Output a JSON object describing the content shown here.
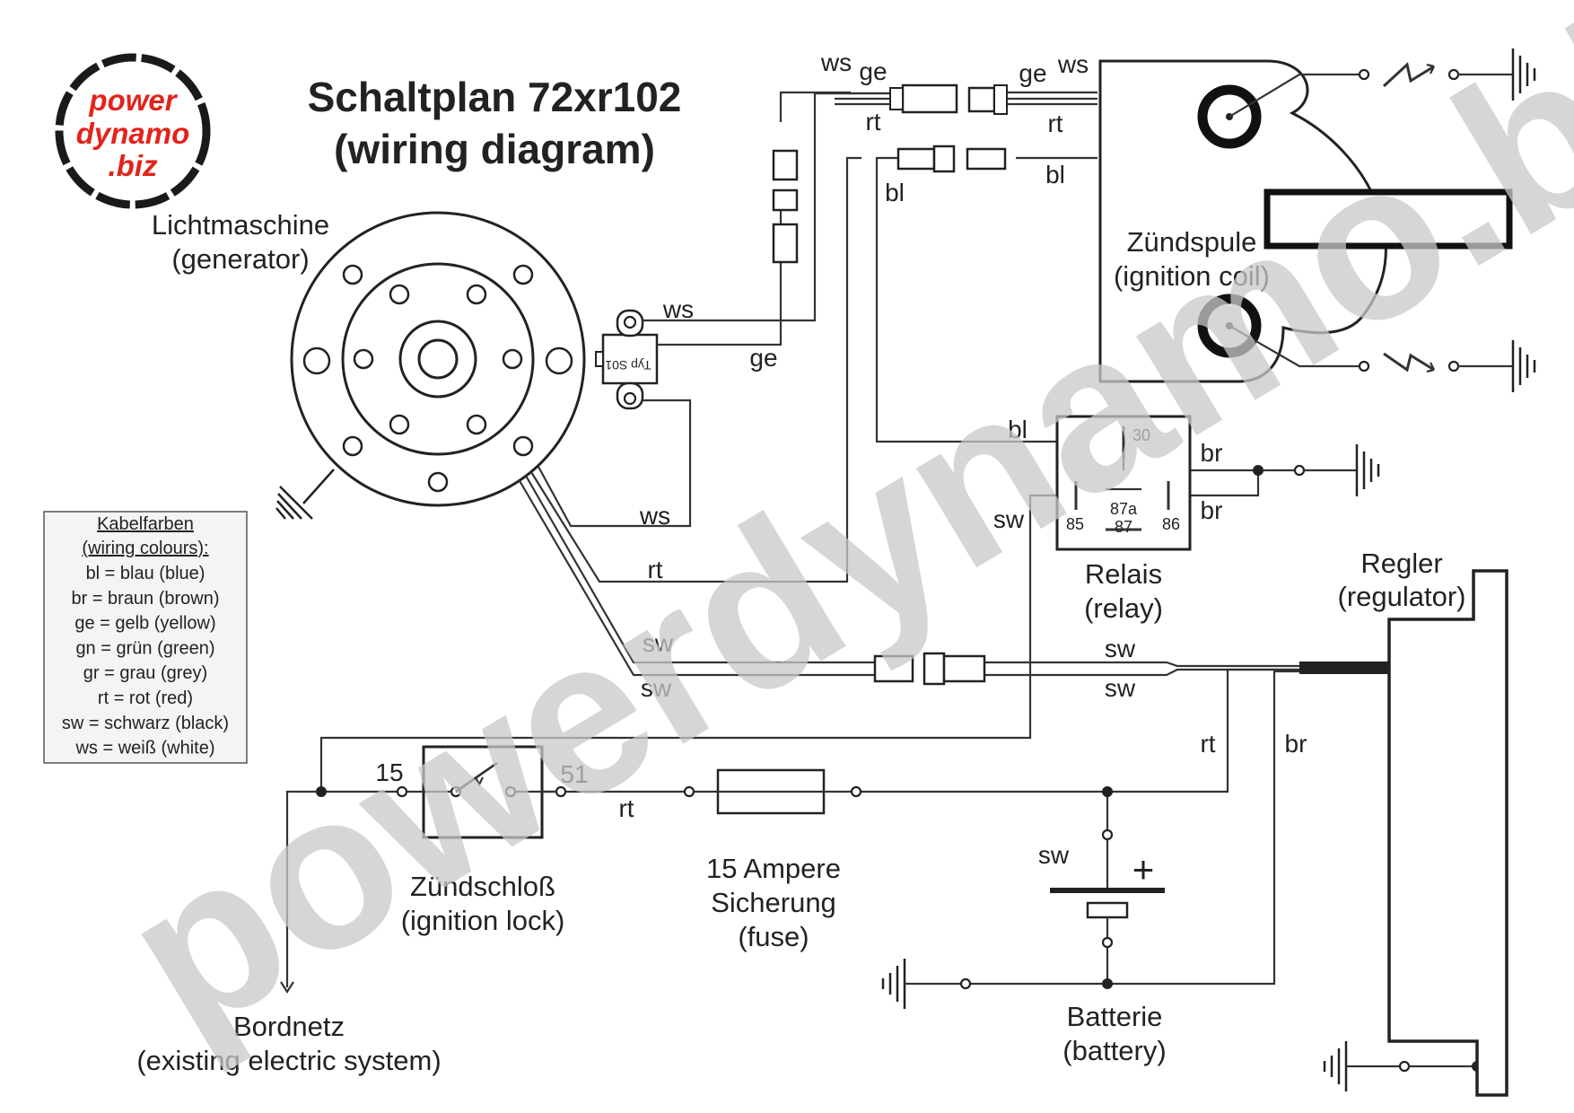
{
  "title": {
    "line1": "Schaltplan 72xr102",
    "line2": "(wiring diagram)"
  },
  "logo": {
    "line1": "power",
    "line2": "dynamo",
    "line3": ".biz"
  },
  "watermark": "powerdynamo.biz",
  "components": {
    "generator": {
      "name": "Lichtmaschine",
      "translation": "(generator)"
    },
    "ignition_coil": {
      "name": "Zündspule",
      "translation": "(ignition coil)"
    },
    "relay": {
      "name": "Relais",
      "translation": "(relay)"
    },
    "regulator": {
      "name": "Regler",
      "translation": "(regulator)"
    },
    "ignition_lock": {
      "name": "Zündschloß",
      "translation": "(ignition lock)"
    },
    "fuse": {
      "line1": "15 Ampere",
      "line2": "Sicherung",
      "line3": "(fuse)"
    },
    "battery": {
      "name": "Batterie",
      "translation": "(battery)"
    },
    "onboard_network": {
      "name": "Bordnetz",
      "translation": "(existing electric system)"
    },
    "pickup_type": "Typ S01"
  },
  "relay_pins": {
    "p30": "30",
    "p85": "85",
    "p86": "86",
    "p87a": "87a",
    "p87": "87"
  },
  "lock_pins": {
    "p15": "15",
    "p51": "51"
  },
  "battery_plus": "+",
  "wire_labels": {
    "ws_top": "ws",
    "ge_top": "ge",
    "ge_top2": "ge",
    "ws_top2": "ws",
    "rt_top": "rt",
    "rt_top2": "rt",
    "bl_left": "bl",
    "bl_right": "bl",
    "ws_pickup": "ws",
    "ge_pickup": "ge",
    "ws_low": "ws",
    "rt_gen": "rt",
    "sw_gen1": "sw",
    "sw_gen2": "sw",
    "bl_relay": "bl",
    "br_relay1": "br",
    "br_relay2": "br",
    "sw_relay": "sw",
    "sw_reg1": "sw",
    "sw_reg2": "sw",
    "rt_reg": "rt",
    "br_reg": "br",
    "rt_lock": "rt",
    "sw_batt": "sw"
  },
  "legend": {
    "title1": "Kabelfarben",
    "title2": "(wiring colours):",
    "items": [
      "bl = blau (blue)",
      "br = braun (brown)",
      "ge = gelb (yellow)",
      "gn = grün (green)",
      "gr = grau (grey)",
      "rt = rot (red)",
      "sw = schwarz (black)",
      "ws = weiß (white)"
    ]
  }
}
